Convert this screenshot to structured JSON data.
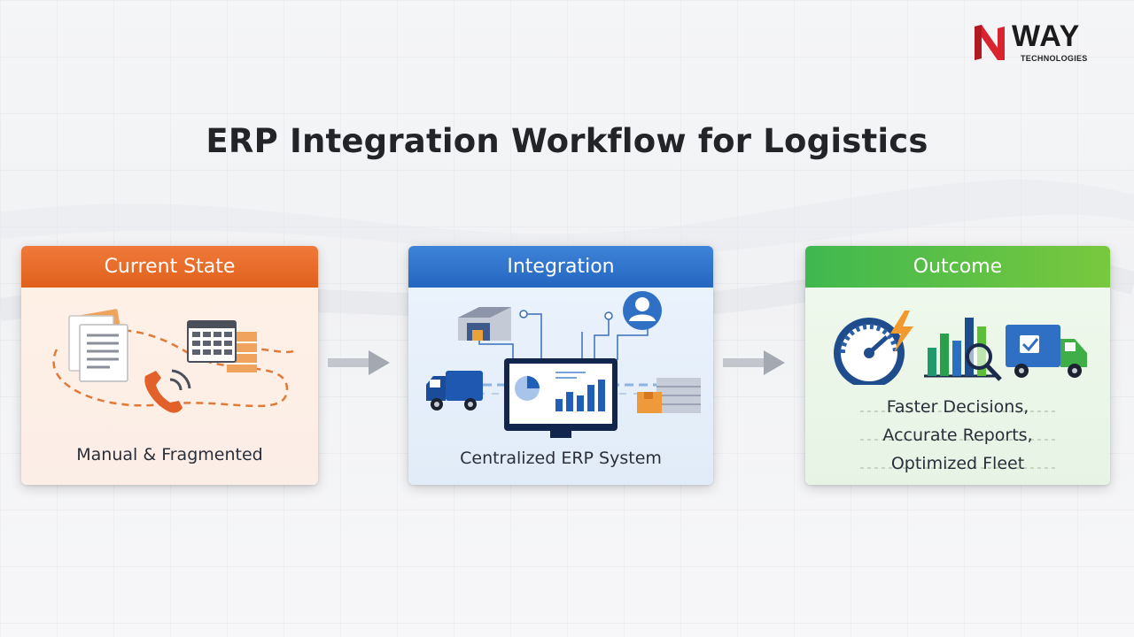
{
  "brand": {
    "logo_text": "WAY",
    "logo_sub": "TECHNOLOGIES",
    "colors": {
      "red": "#d9232e",
      "dark": "#1b1b1b"
    }
  },
  "title": "ERP Integration Workflow for Logistics",
  "steps": [
    {
      "header": "Current State",
      "caption": "Manual & Fragmented",
      "color": "#e8692a",
      "icons": [
        "documents-icon",
        "spreadsheet-icon",
        "phone-icon"
      ]
    },
    {
      "header": "Integration",
      "caption": "Centralized ERP System",
      "color": "#2f74cc",
      "icons": [
        "warehouse-icon",
        "user-icon",
        "computer-dashboard-icon",
        "truck-icon",
        "boxes-icon"
      ]
    },
    {
      "header": "Outcome",
      "caption_lines": [
        "Faster Decisions,",
        "Accurate Reports,",
        "Optimized Fleet"
      ],
      "color": "#52bd45",
      "icons": [
        "speedometer-icon",
        "bar-chart-search-icon",
        "delivery-truck-check-icon"
      ]
    }
  ],
  "connectors": [
    "arrow-right-icon",
    "arrow-right-icon"
  ]
}
